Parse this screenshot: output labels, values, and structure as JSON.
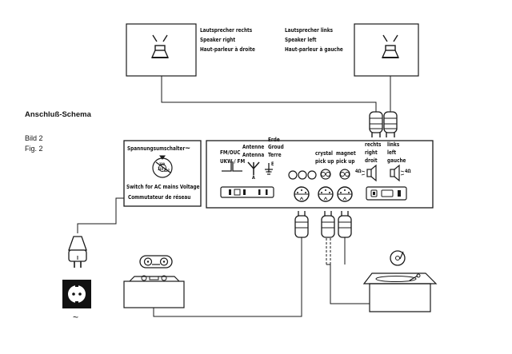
{
  "figure": {
    "title": "Anschluß-Schema",
    "caption_de": "Bild 2",
    "caption_en": "Fig. 2"
  },
  "speaker_right": {
    "label_de": "Lautsprecher rechts",
    "label_en": "Speaker right",
    "label_fr": "Haut-parleur à droite"
  },
  "speaker_left": {
    "label_de": "Lautsprecher links",
    "label_en": "Speaker left",
    "label_fr": "Haut-parleur à gauche"
  },
  "voltage_selector": {
    "title": "Spannungsumschalter",
    "title_symbol": "~",
    "label_en": "Switch for AC mains Voltage",
    "label_fr": "Commutateur de réseau",
    "dial_marks": [
      "220",
      "110",
      "127"
    ]
  },
  "panel": {
    "fm": {
      "line1": "FM/OUC",
      "line2": "UKW / FM"
    },
    "antenna": {
      "line1": "Antenne",
      "line2": "Antenna",
      "marker": "A"
    },
    "earth": {
      "line1": "Erde",
      "line2": "Groud",
      "line3": "Terre",
      "marker": "E"
    },
    "crystal": {
      "line1": "crystal",
      "line2": "pick up"
    },
    "magnet": {
      "line1": "magnet",
      "line2": "pick up"
    },
    "right": {
      "line1": "rechts",
      "line2": "right",
      "line3": "droit",
      "impedance": "4Ω"
    },
    "left": {
      "line1": "links",
      "line2": "left",
      "line3": "gauche",
      "impedance": "4Ω"
    }
  },
  "mains_outlet": {
    "symbol": "~"
  }
}
